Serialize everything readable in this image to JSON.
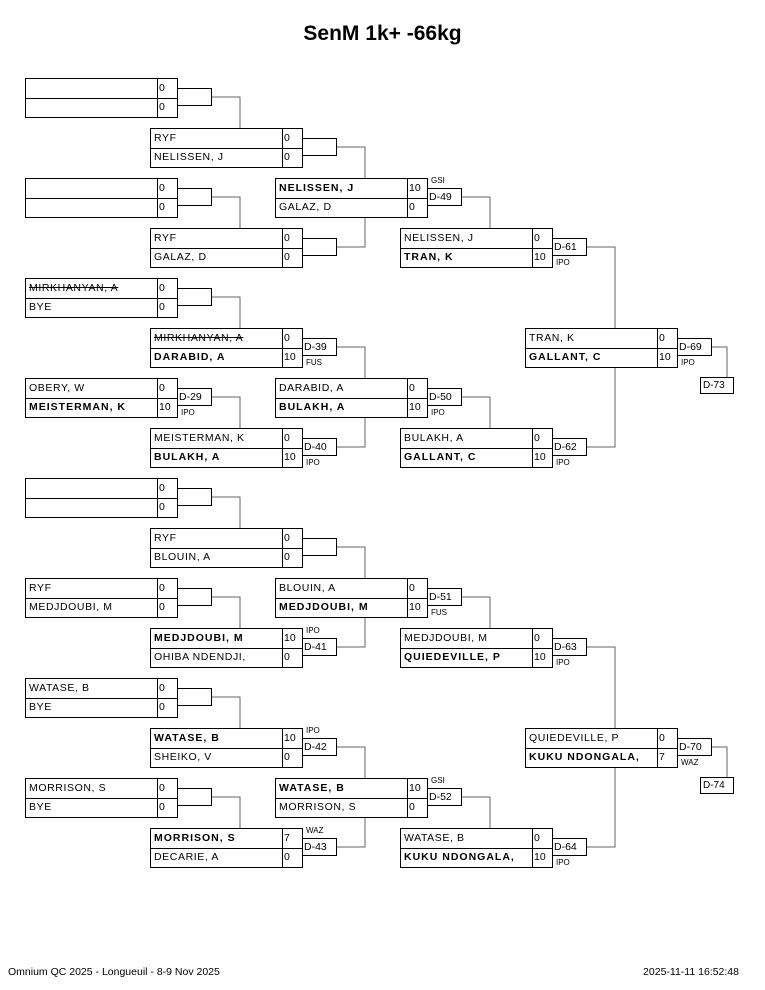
{
  "title": "SenM 1k+ -66kg",
  "footer": {
    "left": "Omnium QC 2025 - Longueuil - 8-9 Nov 2025",
    "right": "2025-11-11 16:52:48"
  },
  "rounds": [
    [
      {
        "top": {
          "name": "",
          "score": "0"
        },
        "bottom": {
          "name": "",
          "score": "0"
        },
        "tag": "",
        "note": ""
      },
      {
        "top": {
          "name": "",
          "score": "0"
        },
        "bottom": {
          "name": "",
          "score": "0"
        },
        "tag": "",
        "note": ""
      },
      {
        "top": {
          "name": "MIRKHANYAN, A",
          "score": "0",
          "strike": true
        },
        "bottom": {
          "name": "BYE",
          "score": "0"
        },
        "tag": "",
        "note": ""
      },
      {
        "top": {
          "name": "OBERY, W",
          "score": "0"
        },
        "bottom": {
          "name": "MEISTERMAN, K",
          "score": "10",
          "bold": true
        },
        "tag": "D-29",
        "note": "IPO"
      },
      {
        "top": {
          "name": "",
          "score": "0"
        },
        "bottom": {
          "name": "",
          "score": "0"
        },
        "tag": "",
        "note": ""
      },
      {
        "top": {
          "name": "RYF",
          "score": "0"
        },
        "bottom": {
          "name": "MEDJDOUBI, M",
          "score": "0"
        },
        "tag": "",
        "note": ""
      },
      {
        "top": {
          "name": "WATASE, B",
          "score": "0"
        },
        "bottom": {
          "name": "BYE",
          "score": "0"
        },
        "tag": "",
        "note": ""
      },
      {
        "top": {
          "name": "MORRISON, S",
          "score": "0"
        },
        "bottom": {
          "name": "BYE",
          "score": "0"
        },
        "tag": "",
        "note": ""
      }
    ],
    [
      {
        "top": {
          "name": "RYF",
          "score": "0"
        },
        "bottom": {
          "name": "NELISSEN, J",
          "score": "0"
        },
        "tag": "",
        "note": ""
      },
      {
        "top": {
          "name": "RYF",
          "score": "0"
        },
        "bottom": {
          "name": "GALAZ, D",
          "score": "0"
        },
        "tag": "",
        "note": ""
      },
      {
        "top": {
          "name": "MIRKHANYAN, A",
          "score": "0",
          "strike": true
        },
        "bottom": {
          "name": "DARABID, A",
          "score": "10",
          "bold": true
        },
        "tag": "D-39",
        "note": "FUS"
      },
      {
        "top": {
          "name": "MEISTERMAN, K",
          "score": "0"
        },
        "bottom": {
          "name": "BULAKH, A",
          "score": "10",
          "bold": true
        },
        "tag": "D-40",
        "note": "IPO"
      },
      {
        "top": {
          "name": "RYF",
          "score": "0"
        },
        "bottom": {
          "name": "BLOUIN, A",
          "score": "0"
        },
        "tag": "",
        "note": ""
      },
      {
        "top": {
          "name": "MEDJDOUBI, M",
          "score": "10",
          "bold": true
        },
        "bottom": {
          "name": "OHIBA NDENDJI,",
          "score": "0"
        },
        "tag": "D-41",
        "note": "IPO"
      },
      {
        "top": {
          "name": "WATASE, B",
          "score": "10",
          "bold": true
        },
        "bottom": {
          "name": "SHEIKO, V",
          "score": "0"
        },
        "tag": "D-42",
        "note": "IPO"
      },
      {
        "top": {
          "name": "MORRISON, S",
          "score": "7",
          "bold": true
        },
        "bottom": {
          "name": "DECARIE, A",
          "score": "0"
        },
        "tag": "D-43",
        "note": "WAZ"
      }
    ],
    [
      {
        "top": {
          "name": "NELISSEN, J",
          "score": "10",
          "bold": true
        },
        "bottom": {
          "name": "GALAZ, D",
          "score": "0"
        },
        "tag": "D-49",
        "note": "GSI"
      },
      {
        "top": {
          "name": "DARABID, A",
          "score": "0"
        },
        "bottom": {
          "name": "BULAKH, A",
          "score": "10",
          "bold": true
        },
        "tag": "D-50",
        "note": "IPO"
      },
      {
        "top": {
          "name": "BLOUIN, A",
          "score": "0"
        },
        "bottom": {
          "name": "MEDJDOUBI, M",
          "score": "10",
          "bold": true
        },
        "tag": "D-51",
        "note": "FUS"
      },
      {
        "top": {
          "name": "WATASE, B",
          "score": "10",
          "bold": true
        },
        "bottom": {
          "name": "MORRISON, S",
          "score": "0"
        },
        "tag": "D-52",
        "note": "GSI"
      }
    ],
    [
      {
        "top": {
          "name": "NELISSEN, J",
          "score": "0"
        },
        "bottom": {
          "name": "TRAN, K",
          "score": "10",
          "bold": true
        },
        "tag": "D-61",
        "note": "IPO"
      },
      {
        "top": {
          "name": "BULAKH, A",
          "score": "0"
        },
        "bottom": {
          "name": "GALLANT, C",
          "score": "10",
          "bold": true
        },
        "tag": "D-62",
        "note": "IPO"
      },
      {
        "top": {
          "name": "MEDJDOUBI, M",
          "score": "0"
        },
        "bottom": {
          "name": "QUIEDEVILLE, P",
          "score": "10",
          "bold": true
        },
        "tag": "D-63",
        "note": "IPO"
      },
      {
        "top": {
          "name": "WATASE, B",
          "score": "0"
        },
        "bottom": {
          "name": "KUKU NDONGALA,",
          "score": "10",
          "bold": true
        },
        "tag": "D-64",
        "note": "IPO"
      }
    ],
    [
      {
        "top": {
          "name": "TRAN, K",
          "score": "0"
        },
        "bottom": {
          "name": "GALLANT, C",
          "score": "10",
          "bold": true
        },
        "tag": "D-69",
        "note": "IPO"
      },
      {
        "top": {
          "name": "QUIEDEVILLE, P",
          "score": "0"
        },
        "bottom": {
          "name": "KUKU NDONGALA,",
          "score": "7",
          "bold": true
        },
        "tag": "D-70",
        "note": "WAZ"
      }
    ]
  ],
  "finals": [
    "D-73",
    "D-74"
  ]
}
